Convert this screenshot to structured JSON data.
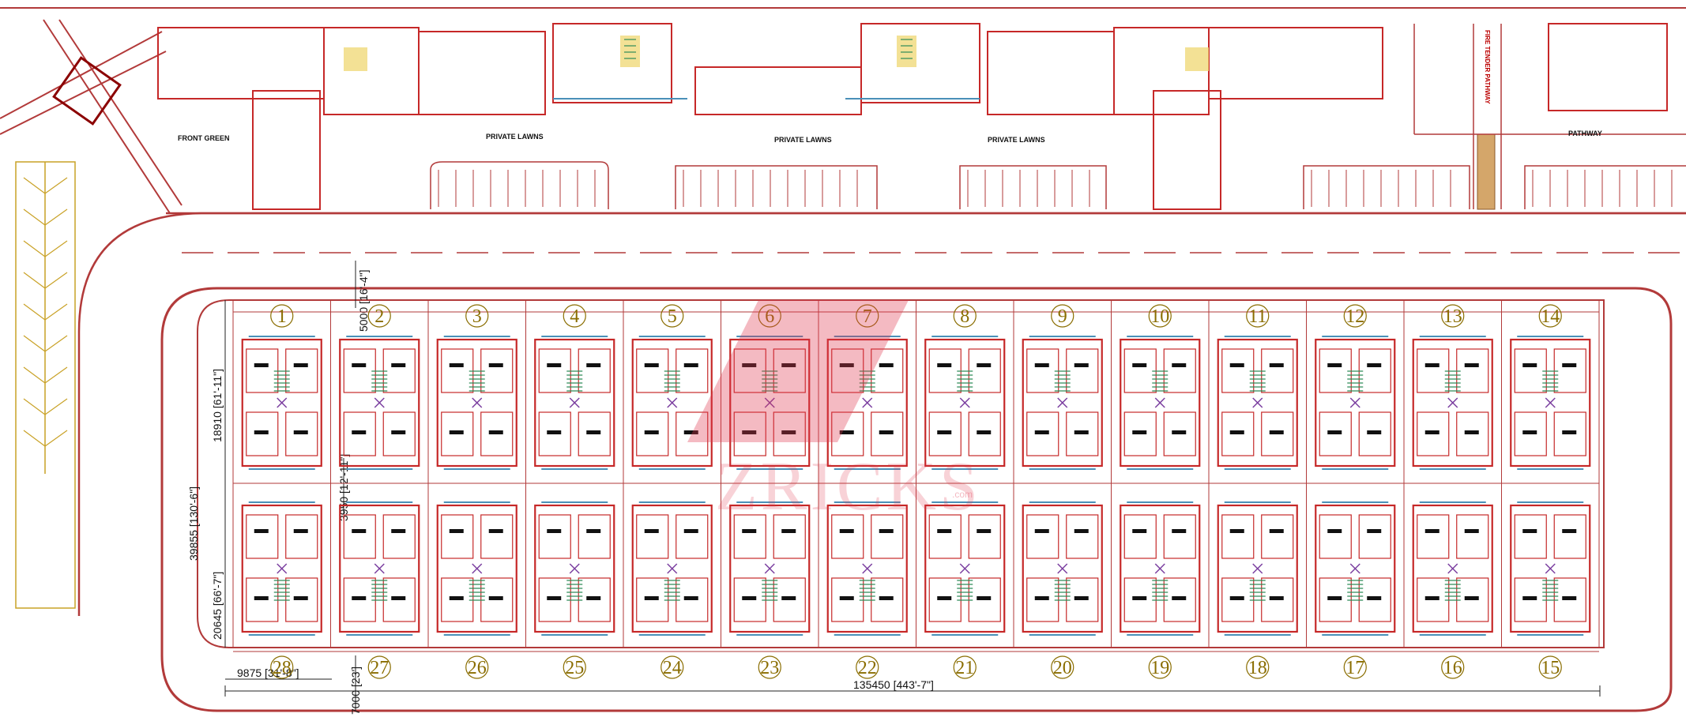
{
  "labels": {
    "front_green": "FRONT GREEN",
    "private_lawns": [
      "PRIVATE LAWNS",
      "PRIVATE LAWNS",
      "PRIVATE LAWNS"
    ],
    "pathway": "PATHWAY",
    "fire_tender_pathway": "FIRE TENDER PATHWAY"
  },
  "units_top": [
    "1",
    "2",
    "3",
    "4",
    "5",
    "6",
    "7",
    "8",
    "9",
    "10",
    "11",
    "12",
    "13",
    "14"
  ],
  "units_bottom": [
    "28",
    "27",
    "26",
    "25",
    "24",
    "23",
    "22",
    "21",
    "20",
    "19",
    "18",
    "17",
    "16",
    "15"
  ],
  "dimensions": {
    "total_length": "135450 [443'-7\"]",
    "total_depth": "39855 [130'-6\"]",
    "unit_width": "9875 [31'-8\"]",
    "top_setback": "5000 [16'-4\"]",
    "upper_row_depth": "18910 [61'-11\"]",
    "lower_row_depth": "20645 [66'-7\"]",
    "middle_gap": "3950 [12'-11\"]",
    "bottom_gap": "7000 [23']"
  },
  "watermark": {
    "text": "ZRICKS",
    "suffix": ".com"
  },
  "colors": {
    "wall": "#c62828",
    "accent": "#c9a227",
    "stair": "#2e8b57",
    "glass": "#4a90b8",
    "text": "#222222"
  }
}
